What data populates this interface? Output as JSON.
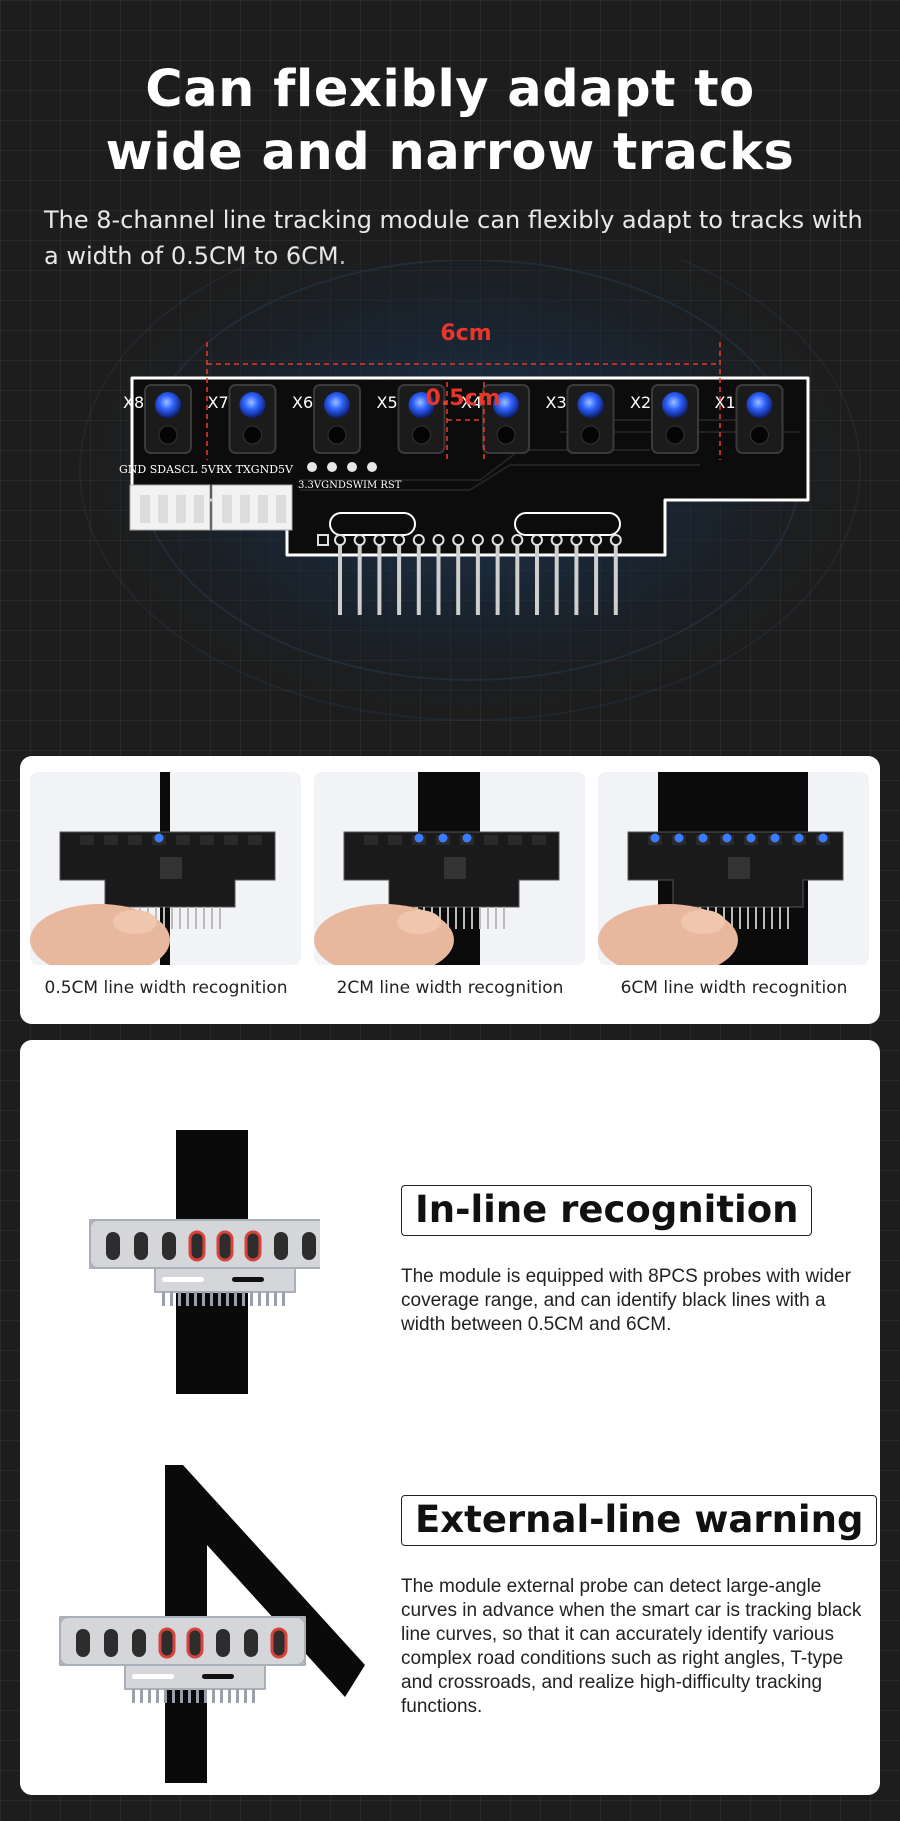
{
  "hero": {
    "title_line1": "Can flexibly adapt to",
    "title_line2": "wide and narrow tracks",
    "subtitle": "The 8-channel line tracking module can flexibly adapt to tracks with a width of 0.5CM to 6CM."
  },
  "board": {
    "width_large": "6cm",
    "width_small": "0.5cm",
    "channels": [
      "X8",
      "X7",
      "X6",
      "X5",
      "X4",
      "X3",
      "X2",
      "X1"
    ],
    "port_left_label": "GND SDASCL 5V",
    "port_right_label": "RX TXGND5V",
    "pads_label": "3.3VGNDSWIM RST"
  },
  "demos": [
    {
      "caption": "0.5CM line width recognition",
      "lit": [
        3
      ],
      "tape": 0.5
    },
    {
      "caption": "2CM line width recognition",
      "lit": [
        2,
        3,
        4
      ],
      "tape": 2
    },
    {
      "caption": "6CM line width recognition",
      "lit": [
        0,
        1,
        2,
        3,
        4,
        5,
        6,
        7
      ],
      "tape": 6
    }
  ],
  "features": [
    {
      "title": "In-line recognition",
      "text": "The module is equipped with 8PCS probes with wider coverage range, and can identify black lines with a width between 0.5CM and 6CM.",
      "highlighted_probes": [
        3,
        4,
        5
      ]
    },
    {
      "title": "External-line warning",
      "text": "The module external probe can detect large-angle curves in advance when the smart car is tracking black line curves, so that it can accurately identify various complex road conditions such as right angles, T-type and crossroads, and realize high-difficulty tracking functions.",
      "highlighted_probes": [
        3,
        4,
        7
      ]
    }
  ],
  "colors": {
    "accent_red": "#e8362b",
    "led_blue": "#2f63ff",
    "probe_red": "#d9423a"
  }
}
